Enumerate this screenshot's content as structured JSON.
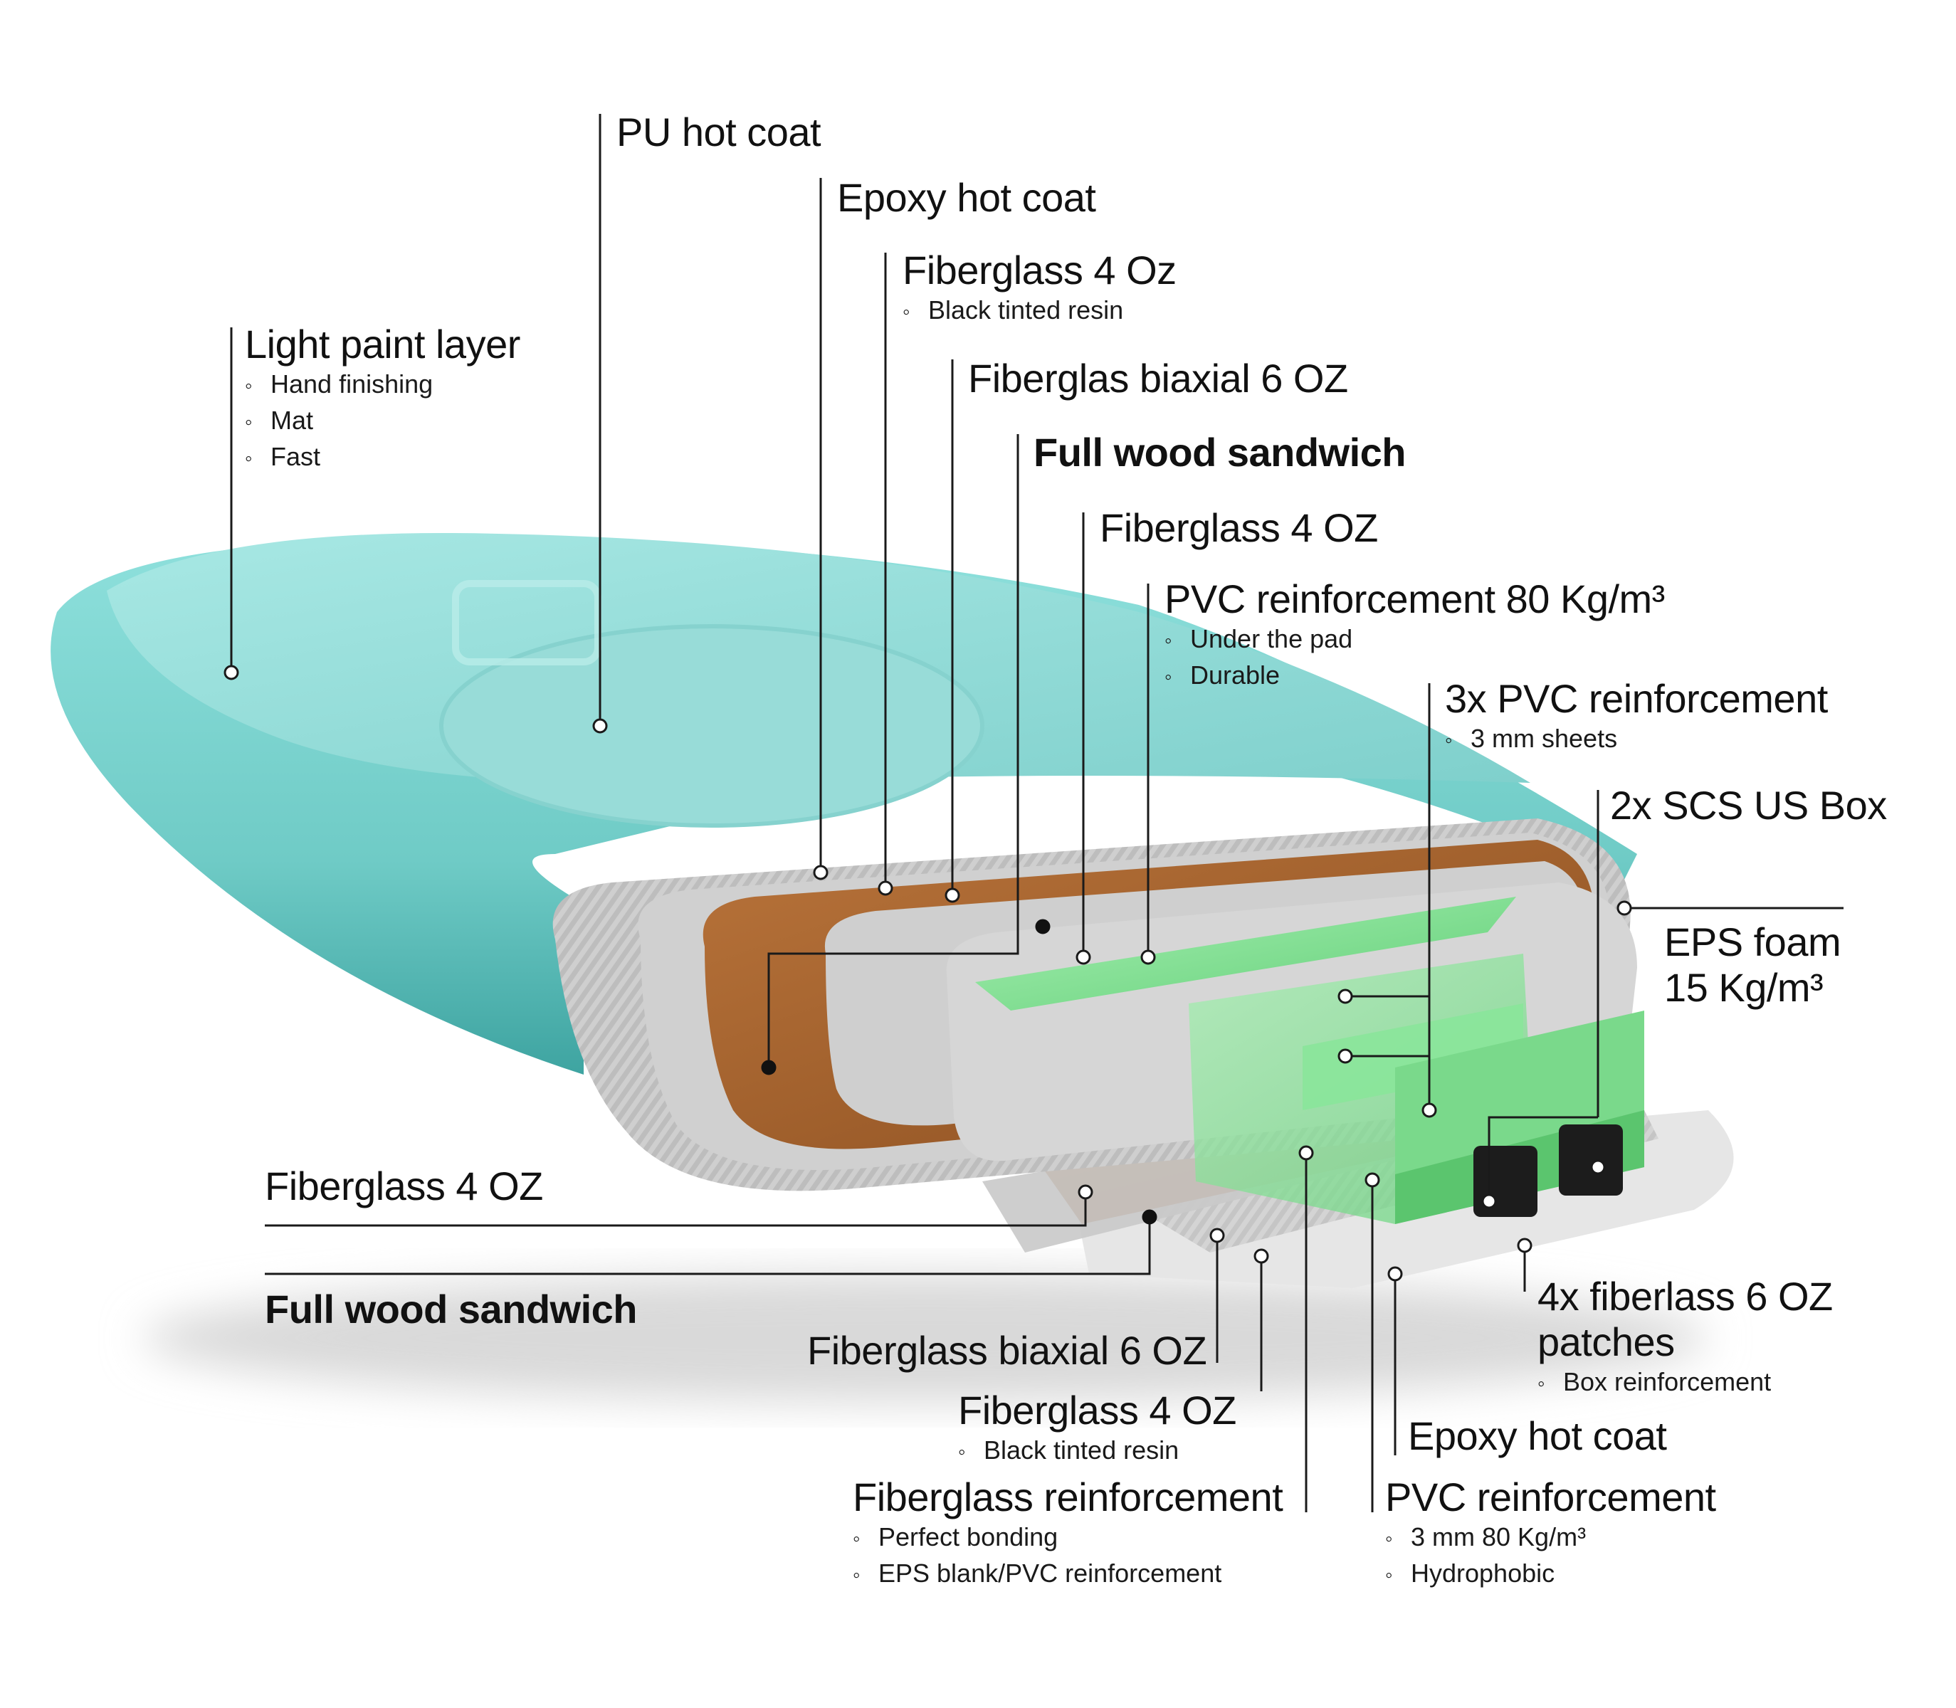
{
  "labels": {
    "pu_hot_coat": {
      "title": "PU hot coat"
    },
    "epoxy_hot_coat_top": {
      "title": "Epoxy hot coat"
    },
    "fiberglass_4oz_top": {
      "title": "Fiberglass 4 Oz",
      "bullets": [
        "Black tinted resin"
      ]
    },
    "light_paint_layer": {
      "title": "Light paint layer",
      "bullets": [
        "Hand finishing",
        "Mat",
        "Fast"
      ]
    },
    "fiberglas_biaxial_top": {
      "title": "Fiberglas biaxial 6 OZ"
    },
    "full_wood_sandwich_top": {
      "title": "Full wood sandwich"
    },
    "fiberglass_4oz_mid": {
      "title": "Fiberglass 4 OZ"
    },
    "pvc_reinforcement_80": {
      "title": "PVC reinforcement 80 Kg/m³",
      "bullets": [
        "Under the pad",
        "Durable"
      ]
    },
    "pvc_3x": {
      "title": "3x PVC reinforcement",
      "bullets": [
        "3 mm sheets"
      ]
    },
    "scs_box": {
      "title": "2x SCS US Box"
    },
    "eps_foam": {
      "title_line1": "EPS foam",
      "title_line2": "15 Kg/m³"
    },
    "fiberglass_4oz_left": {
      "title": "Fiberglass 4 OZ"
    },
    "full_wood_sandwich_bottom": {
      "title": "Full wood sandwich"
    },
    "fiberglass_biaxial_bottom": {
      "title": "Fiberglass biaxial 6 OZ"
    },
    "fiberglass_4oz_bottom": {
      "title": "Fiberglass 4 OZ",
      "bullets": [
        "Black tinted resin"
      ]
    },
    "fiberglass_reinforcement": {
      "title": "Fiberglass reinforcement",
      "bullets": [
        "Perfect bonding",
        "EPS blank/PVC reinforcement"
      ]
    },
    "fiberlass_patches": {
      "title_line1": "4x fiberlass 6 OZ",
      "title_line2": "patches",
      "bullets": [
        "Box reinforcement"
      ]
    },
    "epoxy_hot_coat_bottom": {
      "title": "Epoxy hot coat"
    },
    "pvc_reinforcement_bottom": {
      "title": "PVC reinforcement",
      "bullets": [
        "3 mm 80 Kg/m³",
        "Hydrophobic"
      ]
    }
  },
  "colors": {
    "board_teal": "#7fd3cf",
    "board_teal_dark": "#3fa9a6",
    "wood": "#a4602a",
    "wood_dark": "#7a4218",
    "fiberglass": "#c9c9c9",
    "eps": "#d4d4d4",
    "pvc_green": "#7fe08f",
    "text": "#111111"
  }
}
